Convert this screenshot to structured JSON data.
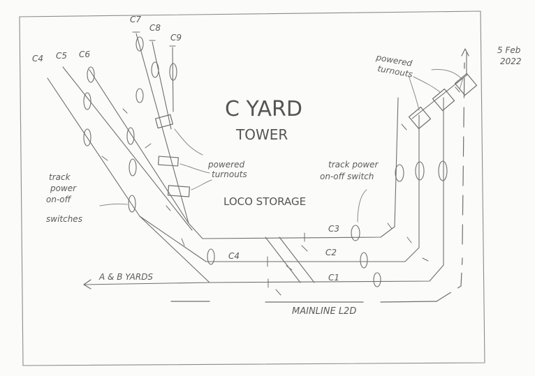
{
  "date": [
    "5 Feb",
    "2022"
  ],
  "title": "C YARD",
  "tower_label": "TOWER",
  "loco_storage": "LOCO STORAGE",
  "powered_turnouts_top": [
    "powered",
    "turnouts"
  ],
  "powered_turnouts_mid": [
    "powered",
    "turnouts"
  ],
  "track_power_right": [
    "track power",
    "on-off switch"
  ],
  "track_power_left": [
    "track",
    "power",
    "on-off",
    "switches"
  ],
  "track_labels": {
    "c1": "C1",
    "c2": "C2",
    "c3": "C3",
    "c4_mid": "C4",
    "c4": "C4",
    "c5": "C5",
    "c6": "C6",
    "c7": "C7",
    "c8": "C8",
    "c9": "C9"
  },
  "ab_yards": "A & B YARDS",
  "mainline": "MAINLINE L2D"
}
